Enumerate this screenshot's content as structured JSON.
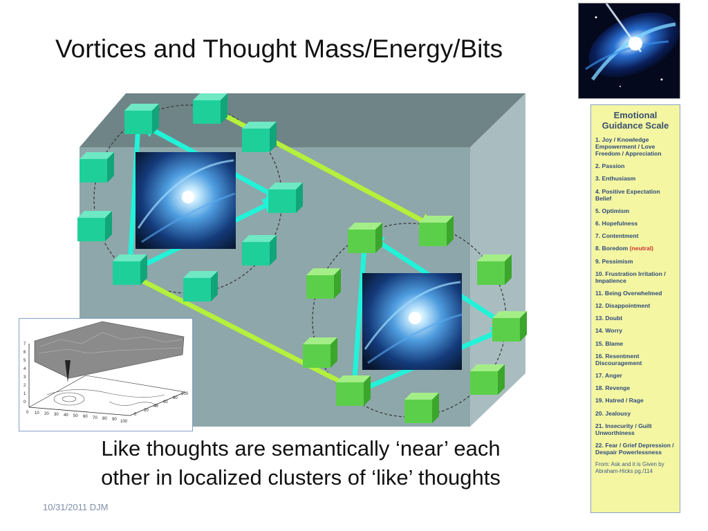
{
  "slide": {
    "title": "Vortices and Thought Mass/Energy/Bits",
    "caption_line1": "Like thoughts are semantically ‘near’ each",
    "caption_line2": "other in localized clusters of ‘like’ thoughts",
    "footer": "10/31/2011 DJM"
  },
  "scale": {
    "title_line1": "Emotional",
    "title_line2": "Guidance Scale",
    "items": [
      "1. Joy / Knowledge Empowerment / Love Freedom / Appreciation",
      "2. Passion",
      "3. Enthusiasm",
      "4. Positive Expectation Belief",
      "5. Optimism",
      "6. Hopefulness",
      "7. Contentment",
      "8. Boredom",
      "9. Pessimism",
      "10. Frustration Irritation / Impatience",
      "11. Being Overwhelmed",
      "12. Disappointment",
      "13. Doubt",
      "14. Worry",
      "15. Blame",
      "16. Resentment Discouragement",
      "17. Anger",
      "18. Revenge",
      "19. Hatred / Rage",
      "20. Jealousy",
      "21. Insecurity / Guilt Unworthiness",
      "22. Fear / Grief Depression / Despair Powerlessness"
    ],
    "neutral_note": "(neutral)",
    "source": "From: Ask and it is Given by Abraham-Hicks pg./114"
  },
  "inset_plot": {
    "y_ticks": [
      "7",
      "6",
      "5",
      "4",
      "3",
      "2",
      "1",
      "0"
    ],
    "x_ticks": [
      "0",
      "10",
      "20",
      "30",
      "40",
      "50",
      "60",
      "70",
      "80",
      "90",
      "100"
    ],
    "z_ticks": [
      "0",
      "20",
      "40",
      "60",
      "80",
      "100"
    ]
  },
  "colors": {
    "box_front": "#8ea7aa",
    "box_top": "#6f8486",
    "box_side": "#a8bcc0",
    "teal_cube": "#1fcf9a",
    "green_cube": "#5ccf4a",
    "cyan_arrow": "#22f2d8",
    "lime_arrow": "#b4f03c",
    "scale_bg": "#f4f6a2"
  }
}
